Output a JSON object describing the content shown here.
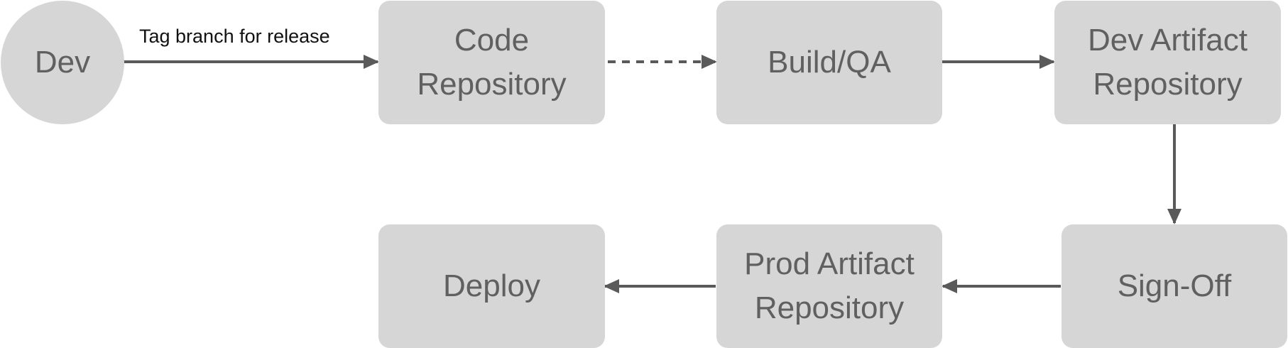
{
  "diagram": {
    "colors": {
      "node_fill": "#d6d6d6",
      "node_text": "#606060",
      "edge": "#5a5a5a",
      "label_text": "#111111"
    },
    "nodes": {
      "dev": "Dev",
      "code_repository": "Code\nRepository",
      "build_qa": "Build/QA",
      "dev_artifact_repository": "Dev Artifact\nRepository",
      "sign_off": "Sign-Off",
      "prod_artifact_repository": "Prod Artifact\nRepository",
      "deploy": "Deploy"
    },
    "edges": [
      {
        "from": "Dev",
        "to": "Code Repository",
        "style": "solid",
        "label": "Tag branch for release"
      },
      {
        "from": "Code Repository",
        "to": "Build/QA",
        "style": "dashed"
      },
      {
        "from": "Build/QA",
        "to": "Dev Artifact Repository",
        "style": "solid"
      },
      {
        "from": "Dev Artifact Repository",
        "to": "Sign-Off",
        "style": "solid"
      },
      {
        "from": "Sign-Off",
        "to": "Prod Artifact Repository",
        "style": "solid"
      },
      {
        "from": "Prod Artifact Repository",
        "to": "Deploy",
        "style": "solid"
      }
    ]
  }
}
